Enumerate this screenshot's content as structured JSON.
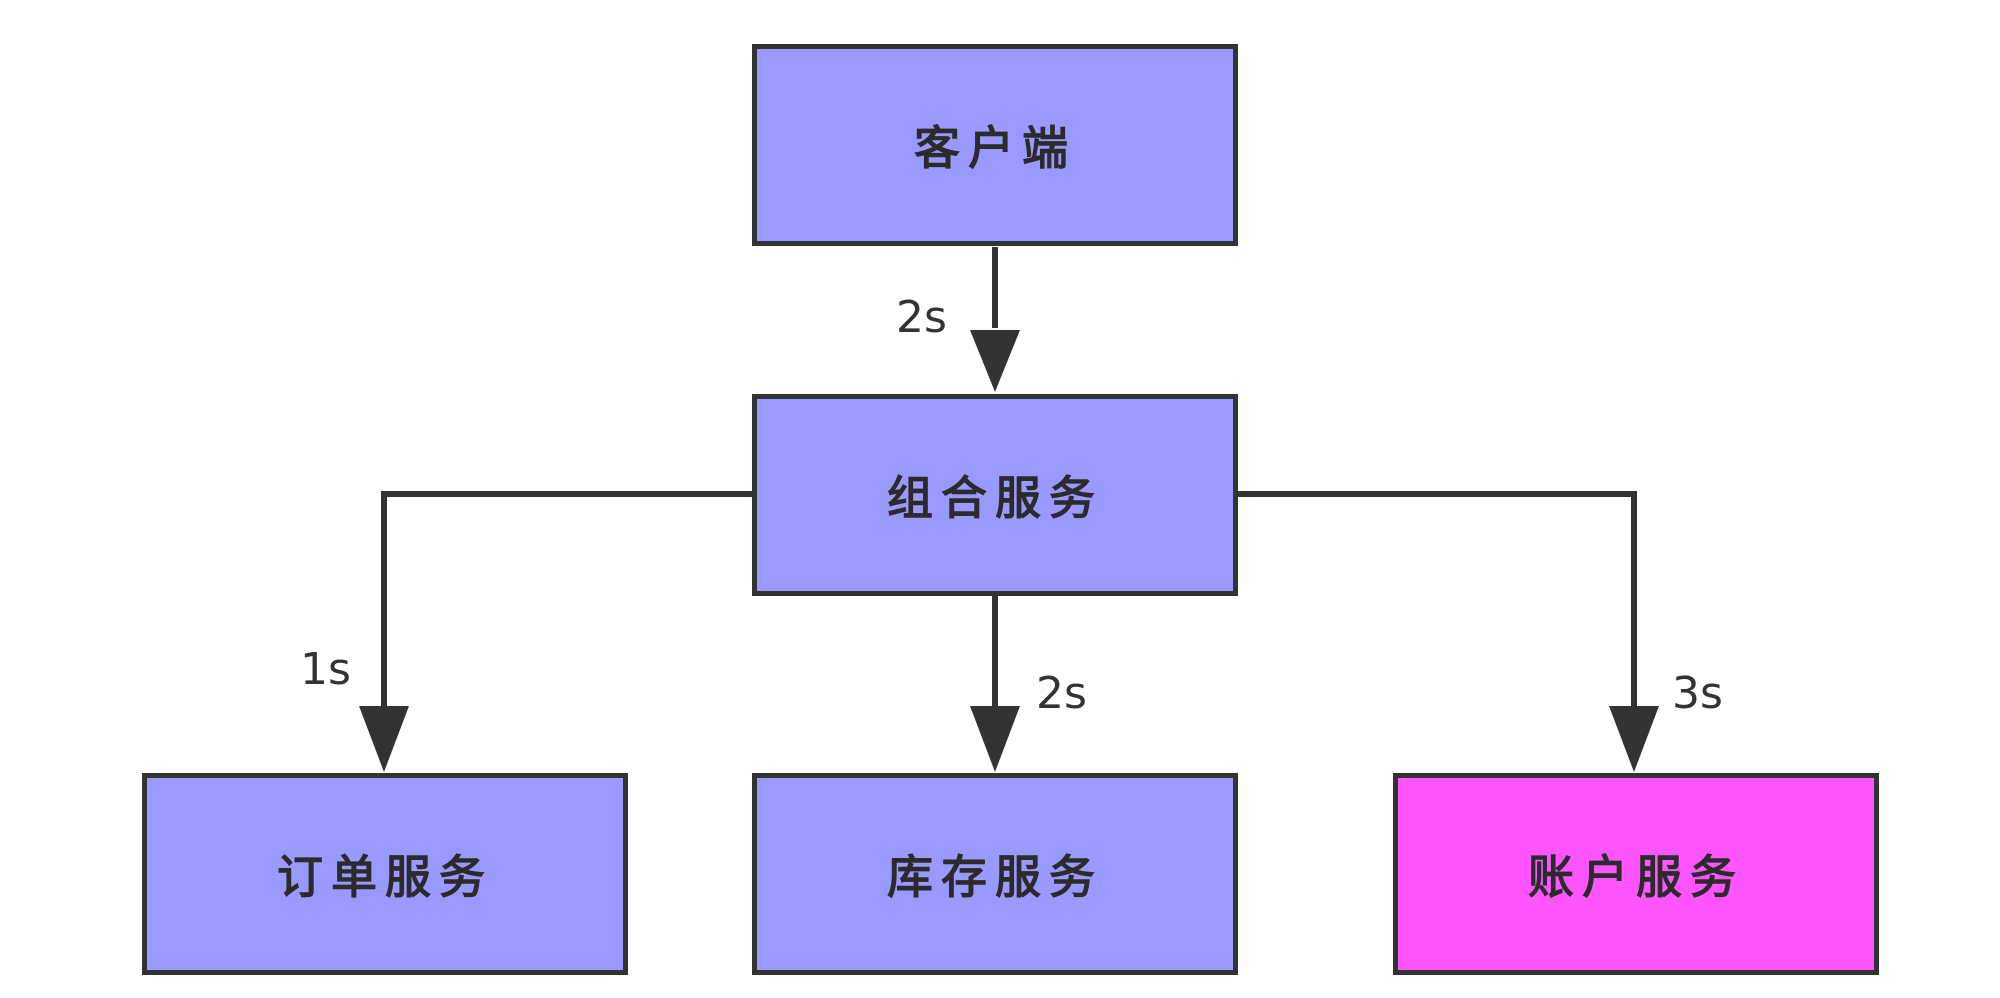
{
  "colors": {
    "node_fill": "#9999ff",
    "highlight_fill": "#ff55ff",
    "stroke": "#333333"
  },
  "nodes": {
    "client": {
      "label": "客户端"
    },
    "composite": {
      "label": "组合服务"
    },
    "order": {
      "label": "订单服务"
    },
    "inventory": {
      "label": "库存服务"
    },
    "account": {
      "label": "账户服务"
    }
  },
  "edges": {
    "client_to_composite": {
      "label": "2s"
    },
    "composite_to_order": {
      "label": "1s"
    },
    "composite_to_inventory": {
      "label": "2s"
    },
    "composite_to_account": {
      "label": "3s"
    }
  }
}
